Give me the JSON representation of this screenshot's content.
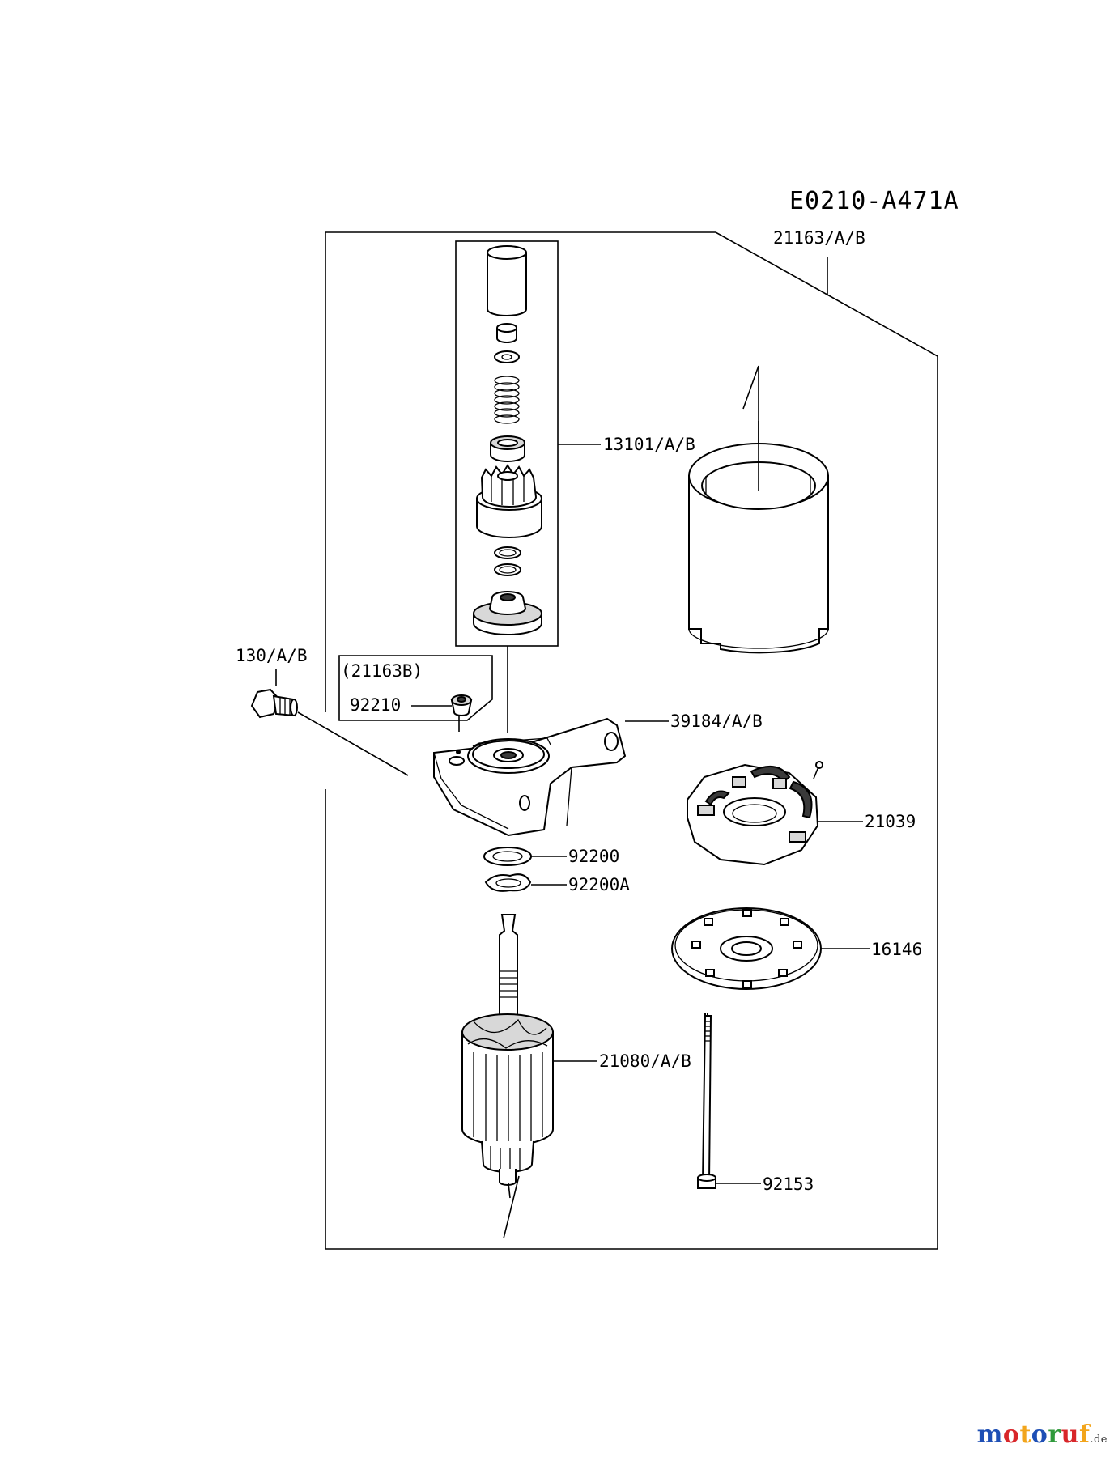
{
  "diagram": {
    "code": "E0210-A471A",
    "callouts": {
      "housing": "21163/A/B",
      "pinion_set": "13101/A/B",
      "bolt": "130/A/B",
      "variant_note": "(21163B)",
      "nut": "92210",
      "bracket": "39184/A/B",
      "brush_holder": "21039",
      "washer": "92200",
      "wave_washer": "92200A",
      "end_plate": "16146",
      "armature": "21080/A/B",
      "through_bolt": "92153"
    }
  },
  "watermark": {
    "m": "m",
    "o1": "o",
    "t": "t",
    "o2": "o",
    "r": "r",
    "u": "u",
    "f": "f",
    "tld": ".de",
    "colors": [
      "#1e4fb5",
      "#d8262a",
      "#f2a51c",
      "#1e4fb5",
      "#2f9a3b",
      "#d8262a",
      "#f2a51c"
    ]
  }
}
